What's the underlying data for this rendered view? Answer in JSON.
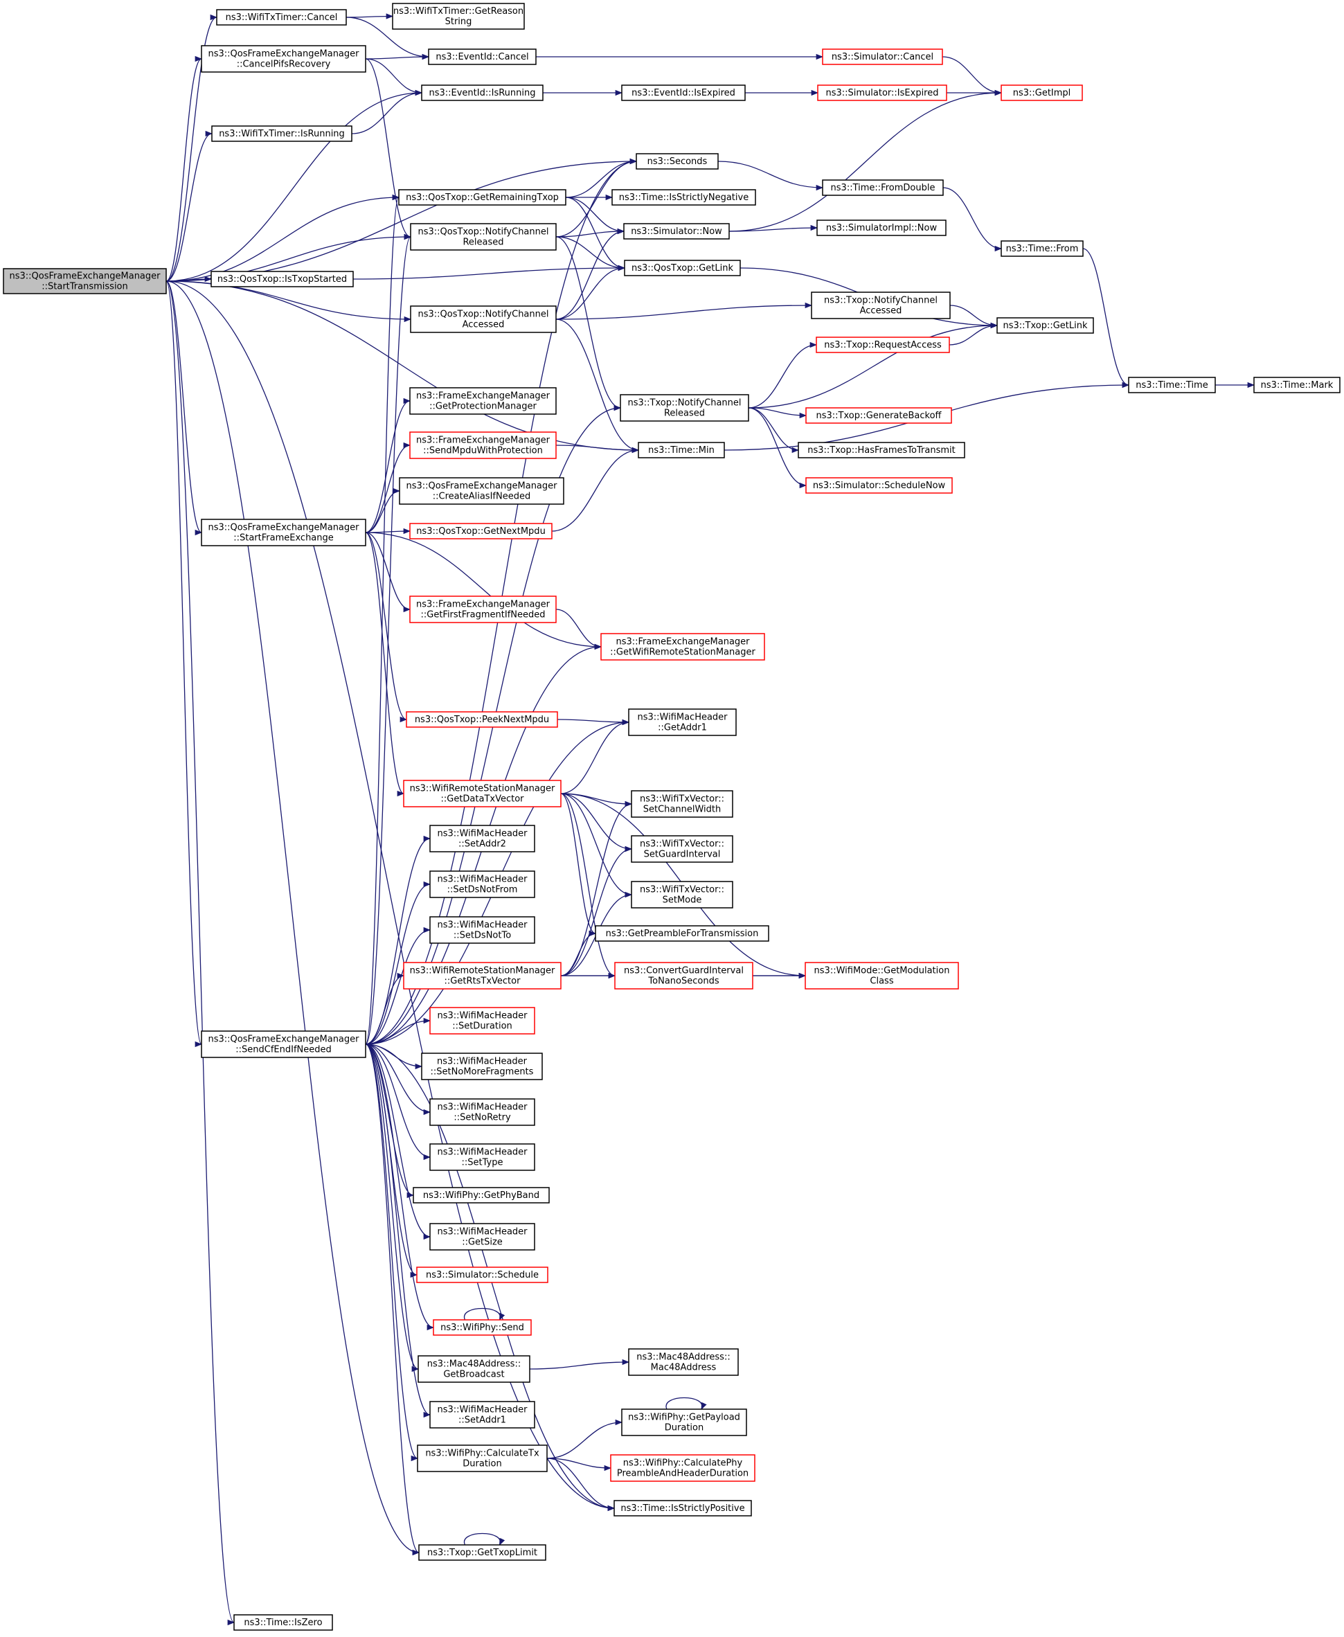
{
  "nodes": [
    {
      "id": "root",
      "lines": [
        "ns3::QosFrameExchangeManager",
        "::StartTransmission"
      ],
      "style": "root"
    },
    {
      "id": "wifitxtimer_cancel",
      "lines": [
        "ns3::WifiTxTimer::Cancel"
      ],
      "style": "black"
    },
    {
      "id": "getreason",
      "lines": [
        "ns3::WifiTxTimer::GetReason",
        "String"
      ],
      "style": "black"
    },
    {
      "id": "cancelpifs",
      "lines": [
        "ns3::QosFrameExchangeManager",
        "::CancelPifsRecovery"
      ],
      "style": "black"
    },
    {
      "id": "eventid_cancel",
      "lines": [
        "ns3::EventId::Cancel"
      ],
      "style": "black"
    },
    {
      "id": "sim_cancel",
      "lines": [
        "ns3::Simulator::Cancel"
      ],
      "style": "red"
    },
    {
      "id": "getimpl",
      "lines": [
        "ns3::GetImpl"
      ],
      "style": "red"
    },
    {
      "id": "eventid_isrunning",
      "lines": [
        "ns3::EventId::IsRunning"
      ],
      "style": "black"
    },
    {
      "id": "eventid_isexpired",
      "lines": [
        "ns3::EventId::IsExpired"
      ],
      "style": "black"
    },
    {
      "id": "sim_isexpired",
      "lines": [
        "ns3::Simulator::IsExpired"
      ],
      "style": "red"
    },
    {
      "id": "wifitxtimer_isrunning",
      "lines": [
        "ns3::WifiTxTimer::IsRunning"
      ],
      "style": "black"
    },
    {
      "id": "seconds",
      "lines": [
        "ns3::Seconds"
      ],
      "style": "black"
    },
    {
      "id": "fromdouble",
      "lines": [
        "ns3::Time::FromDouble"
      ],
      "style": "black"
    },
    {
      "id": "getremainingtxop",
      "lines": [
        "ns3::QosTxop::GetRemainingTxop"
      ],
      "style": "black"
    },
    {
      "id": "isstrictlynegative",
      "lines": [
        "ns3::Time::IsStrictlyNegative"
      ],
      "style": "black"
    },
    {
      "id": "qos_notifyreleased",
      "lines": [
        "ns3::QosTxop::NotifyChannel",
        "Released"
      ],
      "style": "black"
    },
    {
      "id": "sim_now",
      "lines": [
        "ns3::Simulator::Now"
      ],
      "style": "black"
    },
    {
      "id": "simimpl_now",
      "lines": [
        "ns3::SimulatorImpl::Now"
      ],
      "style": "black"
    },
    {
      "id": "time_from",
      "lines": [
        "ns3::Time::From"
      ],
      "style": "black"
    },
    {
      "id": "istxopstarted",
      "lines": [
        "ns3::QosTxop::IsTxopStarted"
      ],
      "style": "black"
    },
    {
      "id": "qos_getlink",
      "lines": [
        "ns3::QosTxop::GetLink"
      ],
      "style": "black"
    },
    {
      "id": "qos_notifyaccessed",
      "lines": [
        "ns3::QosTxop::NotifyChannel",
        "Accessed"
      ],
      "style": "black"
    },
    {
      "id": "txop_notifyaccessed",
      "lines": [
        "ns3::Txop::NotifyChannel",
        "Accessed"
      ],
      "style": "black"
    },
    {
      "id": "txop_getlink",
      "lines": [
        "ns3::Txop::GetLink"
      ],
      "style": "black"
    },
    {
      "id": "requestaccess",
      "lines": [
        "ns3::Txop::RequestAccess"
      ],
      "style": "red"
    },
    {
      "id": "time_time",
      "lines": [
        "ns3::Time::Time"
      ],
      "style": "black"
    },
    {
      "id": "time_mark",
      "lines": [
        "ns3::Time::Mark"
      ],
      "style": "black"
    },
    {
      "id": "getprotectionmgr",
      "lines": [
        "ns3::FrameExchangeManager",
        "::GetProtectionManager"
      ],
      "style": "black"
    },
    {
      "id": "txop_notifyreleased",
      "lines": [
        "ns3::Txop::NotifyChannel",
        "Released"
      ],
      "style": "black"
    },
    {
      "id": "generatebackoff",
      "lines": [
        "ns3::Txop::GenerateBackoff"
      ],
      "style": "red"
    },
    {
      "id": "sendmpdu",
      "lines": [
        "ns3::FrameExchangeManager",
        "::SendMpduWithProtection"
      ],
      "style": "red"
    },
    {
      "id": "time_min",
      "lines": [
        "ns3::Time::Min"
      ],
      "style": "black"
    },
    {
      "id": "hasframes",
      "lines": [
        "ns3::Txop::HasFramesToTransmit"
      ],
      "style": "black"
    },
    {
      "id": "schedulenow",
      "lines": [
        "ns3::Simulator::ScheduleNow"
      ],
      "style": "red"
    },
    {
      "id": "createalias",
      "lines": [
        "ns3::QosFrameExchangeManager",
        "::CreateAliasIfNeeded"
      ],
      "style": "black"
    },
    {
      "id": "startframeexchange",
      "lines": [
        "ns3::QosFrameExchangeManager",
        "::StartFrameExchange"
      ],
      "style": "black"
    },
    {
      "id": "getnextmpdu",
      "lines": [
        "ns3::QosTxop::GetNextMpdu"
      ],
      "style": "red"
    },
    {
      "id": "getfirstfragment",
      "lines": [
        "ns3::FrameExchangeManager",
        "::GetFirstFragmentIfNeeded"
      ],
      "style": "red"
    },
    {
      "id": "getwifiremote",
      "lines": [
        "ns3::FrameExchangeManager",
        "::GetWifiRemoteStationManager"
      ],
      "style": "red"
    },
    {
      "id": "peeknextmpdu",
      "lines": [
        "ns3::QosTxop::PeekNextMpdu"
      ],
      "style": "red"
    },
    {
      "id": "getaddr1",
      "lines": [
        "ns3::WifiMacHeader",
        "::GetAddr1"
      ],
      "style": "black"
    },
    {
      "id": "getdatatxvector",
      "lines": [
        "ns3::WifiRemoteStationManager",
        "::GetDataTxVector"
      ],
      "style": "red"
    },
    {
      "id": "setchannelwidth",
      "lines": [
        "ns3::WifiTxVector::",
        "SetChannelWidth"
      ],
      "style": "black"
    },
    {
      "id": "setaddr2",
      "lines": [
        "ns3::WifiMacHeader",
        "::SetAddr2"
      ],
      "style": "black"
    },
    {
      "id": "setguardinterval",
      "lines": [
        "ns3::WifiTxVector::",
        "SetGuardInterval"
      ],
      "style": "black"
    },
    {
      "id": "setdsnotfrom",
      "lines": [
        "ns3::WifiMacHeader",
        "::SetDsNotFrom"
      ],
      "style": "black"
    },
    {
      "id": "setmode",
      "lines": [
        "ns3::WifiTxVector::",
        "SetMode"
      ],
      "style": "black"
    },
    {
      "id": "setdsnotto",
      "lines": [
        "ns3::WifiMacHeader",
        "::SetDsNotTo"
      ],
      "style": "black"
    },
    {
      "id": "getpreamble",
      "lines": [
        "ns3::GetPreambleForTransmission"
      ],
      "style": "black"
    },
    {
      "id": "getrtstxvector",
      "lines": [
        "ns3::WifiRemoteStationManager",
        "::GetRtsTxVector"
      ],
      "style": "red"
    },
    {
      "id": "convertgi",
      "lines": [
        "ns3::ConvertGuardInterval",
        "ToNanoSeconds"
      ],
      "style": "red"
    },
    {
      "id": "getmodulation",
      "lines": [
        "ns3::WifiMode::GetModulation",
        "Class"
      ],
      "style": "red"
    },
    {
      "id": "setduration",
      "lines": [
        "ns3::WifiMacHeader",
        "::SetDuration"
      ],
      "style": "red"
    },
    {
      "id": "sendcfend",
      "lines": [
        "ns3::QosFrameExchangeManager",
        "::SendCfEndIfNeeded"
      ],
      "style": "black"
    },
    {
      "id": "setnomorefrag",
      "lines": [
        "ns3::WifiMacHeader",
        "::SetNoMoreFragments"
      ],
      "style": "black"
    },
    {
      "id": "setnoretry",
      "lines": [
        "ns3::WifiMacHeader",
        "::SetNoRetry"
      ],
      "style": "black"
    },
    {
      "id": "settype",
      "lines": [
        "ns3::WifiMacHeader",
        "::SetType"
      ],
      "style": "black"
    },
    {
      "id": "getphyband",
      "lines": [
        "ns3::WifiPhy::GetPhyBand"
      ],
      "style": "black"
    },
    {
      "id": "getsize",
      "lines": [
        "ns3::WifiMacHeader",
        "::GetSize"
      ],
      "style": "black"
    },
    {
      "id": "sim_schedule",
      "lines": [
        "ns3::Simulator::Schedule"
      ],
      "style": "red"
    },
    {
      "id": "wifiphy_send",
      "lines": [
        "ns3::WifiPhy::Send"
      ],
      "style": "red"
    },
    {
      "id": "getbroadcast",
      "lines": [
        "ns3::Mac48Address::",
        "GetBroadcast"
      ],
      "style": "black"
    },
    {
      "id": "mac48address",
      "lines": [
        "ns3::Mac48Address::",
        "Mac48Address"
      ],
      "style": "black"
    },
    {
      "id": "setaddr1",
      "lines": [
        "ns3::WifiMacHeader",
        "::SetAddr1"
      ],
      "style": "black"
    },
    {
      "id": "getpayloadduration",
      "lines": [
        "ns3::WifiPhy::GetPayload",
        "Duration"
      ],
      "style": "black"
    },
    {
      "id": "calctxduration",
      "lines": [
        "ns3::WifiPhy::CalculateTx",
        "Duration"
      ],
      "style": "black"
    },
    {
      "id": "calcphypreamble",
      "lines": [
        "ns3::WifiPhy::CalculatePhy",
        "PreambleAndHeaderDuration"
      ],
      "style": "red"
    },
    {
      "id": "isstrictlypositive",
      "lines": [
        "ns3::Time::IsStrictlyPositive"
      ],
      "style": "black"
    },
    {
      "id": "gettxoplimit",
      "lines": [
        "ns3::Txop::GetTxopLimit"
      ],
      "style": "black"
    },
    {
      "id": "iszero",
      "lines": [
        "ns3::Time::IsZero"
      ],
      "style": "black"
    }
  ],
  "edges": [
    [
      "root",
      "wifitxtimer_cancel"
    ],
    [
      "root",
      "cancelpifs"
    ],
    [
      "root",
      "eventid_isrunning"
    ],
    [
      "root",
      "wifitxtimer_isrunning"
    ],
    [
      "root",
      "seconds"
    ],
    [
      "root",
      "getremainingtxop"
    ],
    [
      "root",
      "qos_notifyreleased"
    ],
    [
      "root",
      "istxopstarted"
    ],
    [
      "root",
      "qos_notifyaccessed"
    ],
    [
      "root",
      "time_min"
    ],
    [
      "root",
      "startframeexchange"
    ],
    [
      "root",
      "sendcfend"
    ],
    [
      "root",
      "gettxoplimit"
    ],
    [
      "root",
      "isstrictlypositive"
    ],
    [
      "root",
      "iszero"
    ],
    [
      "wifitxtimer_cancel",
      "getreason"
    ],
    [
      "wifitxtimer_cancel",
      "eventid_cancel"
    ],
    [
      "cancelpifs",
      "eventid_cancel"
    ],
    [
      "cancelpifs",
      "eventid_isrunning"
    ],
    [
      "cancelpifs",
      "qos_notifyreleased"
    ],
    [
      "eventid_cancel",
      "sim_cancel"
    ],
    [
      "sim_cancel",
      "getimpl"
    ],
    [
      "eventid_isrunning",
      "eventid_isexpired"
    ],
    [
      "eventid_isexpired",
      "sim_isexpired"
    ],
    [
      "sim_isexpired",
      "getimpl"
    ],
    [
      "wifitxtimer_isrunning",
      "eventid_isrunning"
    ],
    [
      "seconds",
      "fromdouble"
    ],
    [
      "fromdouble",
      "time_from"
    ],
    [
      "time_from",
      "time_time"
    ],
    [
      "time_time",
      "time_mark"
    ],
    [
      "getremainingtxop",
      "seconds"
    ],
    [
      "getremainingtxop",
      "isstrictlynegative"
    ],
    [
      "getremainingtxop",
      "sim_now"
    ],
    [
      "getremainingtxop",
      "qos_getlink"
    ],
    [
      "qos_notifyreleased",
      "sim_now"
    ],
    [
      "qos_notifyreleased",
      "qos_getlink"
    ],
    [
      "qos_notifyreleased",
      "seconds"
    ],
    [
      "qos_notifyreleased",
      "txop_notifyreleased"
    ],
    [
      "sim_now",
      "simimpl_now"
    ],
    [
      "sim_now",
      "getimpl"
    ],
    [
      "istxopstarted",
      "qos_getlink"
    ],
    [
      "qos_getlink",
      "txop_getlink"
    ],
    [
      "qos_notifyaccessed",
      "sim_now"
    ],
    [
      "qos_notifyaccessed",
      "qos_getlink"
    ],
    [
      "qos_notifyaccessed",
      "txop_notifyaccessed"
    ],
    [
      "qos_notifyaccessed",
      "time_min"
    ],
    [
      "txop_notifyaccessed",
      "txop_getlink"
    ],
    [
      "requestaccess",
      "txop_getlink"
    ],
    [
      "txop_notifyreleased",
      "requestaccess"
    ],
    [
      "txop_notifyreleased",
      "txop_getlink"
    ],
    [
      "txop_notifyreleased",
      "generatebackoff"
    ],
    [
      "txop_notifyreleased",
      "hasframes"
    ],
    [
      "txop_notifyreleased",
      "schedulenow"
    ],
    [
      "time_min",
      "time_time"
    ],
    [
      "startframeexchange",
      "getprotectionmgr"
    ],
    [
      "startframeexchange",
      "sendmpdu"
    ],
    [
      "startframeexchange",
      "createalias"
    ],
    [
      "startframeexchange",
      "getnextmpdu"
    ],
    [
      "startframeexchange",
      "getfirstfragment"
    ],
    [
      "startframeexchange",
      "getwifiremote"
    ],
    [
      "startframeexchange",
      "peeknextmpdu"
    ],
    [
      "startframeexchange",
      "getdatatxvector"
    ],
    [
      "sendmpdu",
      "time_min"
    ],
    [
      "getnextmpdu",
      "time_min"
    ],
    [
      "getfirstfragment",
      "getwifiremote"
    ],
    [
      "peeknextmpdu",
      "getaddr1"
    ],
    [
      "getdatatxvector",
      "getaddr1"
    ],
    [
      "getdatatxvector",
      "setchannelwidth"
    ],
    [
      "getdatatxvector",
      "setguardinterval"
    ],
    [
      "getdatatxvector",
      "setmode"
    ],
    [
      "getdatatxvector",
      "getpreamble"
    ],
    [
      "getdatatxvector",
      "convertgi"
    ],
    [
      "getdatatxvector",
      "getmodulation"
    ],
    [
      "getrtstxvector",
      "setchannelwidth"
    ],
    [
      "getrtstxvector",
      "setguardinterval"
    ],
    [
      "getrtstxvector",
      "setmode"
    ],
    [
      "getrtstxvector",
      "getpreamble"
    ],
    [
      "getrtstxvector",
      "convertgi"
    ],
    [
      "getrtstxvector",
      "getmodulation"
    ],
    [
      "convertgi",
      "getmodulation"
    ],
    [
      "sendcfend",
      "getremainingtxop"
    ],
    [
      "sendcfend",
      "qos_notifyreleased"
    ],
    [
      "sendcfend",
      "seconds"
    ],
    [
      "sendcfend",
      "txop_notifyreleased"
    ],
    [
      "sendcfend",
      "getwifiremote"
    ],
    [
      "sendcfend",
      "getaddr1"
    ],
    [
      "sendcfend",
      "setaddr2"
    ],
    [
      "sendcfend",
      "setdsnotfrom"
    ],
    [
      "sendcfend",
      "setdsnotto"
    ],
    [
      "sendcfend",
      "getrtstxvector"
    ],
    [
      "sendcfend",
      "setduration"
    ],
    [
      "sendcfend",
      "setnomorefrag"
    ],
    [
      "sendcfend",
      "setnoretry"
    ],
    [
      "sendcfend",
      "settype"
    ],
    [
      "sendcfend",
      "getphyband"
    ],
    [
      "sendcfend",
      "getsize"
    ],
    [
      "sendcfend",
      "sim_schedule"
    ],
    [
      "sendcfend",
      "wifiphy_send"
    ],
    [
      "sendcfend",
      "getbroadcast"
    ],
    [
      "sendcfend",
      "setaddr1"
    ],
    [
      "sendcfend",
      "calctxduration"
    ],
    [
      "sendcfend",
      "isstrictlypositive"
    ],
    [
      "sendcfend",
      "gettxoplimit"
    ],
    [
      "getbroadcast",
      "mac48address"
    ],
    [
      "calctxduration",
      "getpayloadduration"
    ],
    [
      "calctxduration",
      "calcphypreamble"
    ],
    [
      "calctxduration",
      "isstrictlypositive"
    ],
    [
      "wifiphy_send",
      "wifiphy_send"
    ],
    [
      "getpayloadduration",
      "getpayloadduration"
    ],
    [
      "gettxoplimit",
      "gettxoplimit"
    ]
  ]
}
